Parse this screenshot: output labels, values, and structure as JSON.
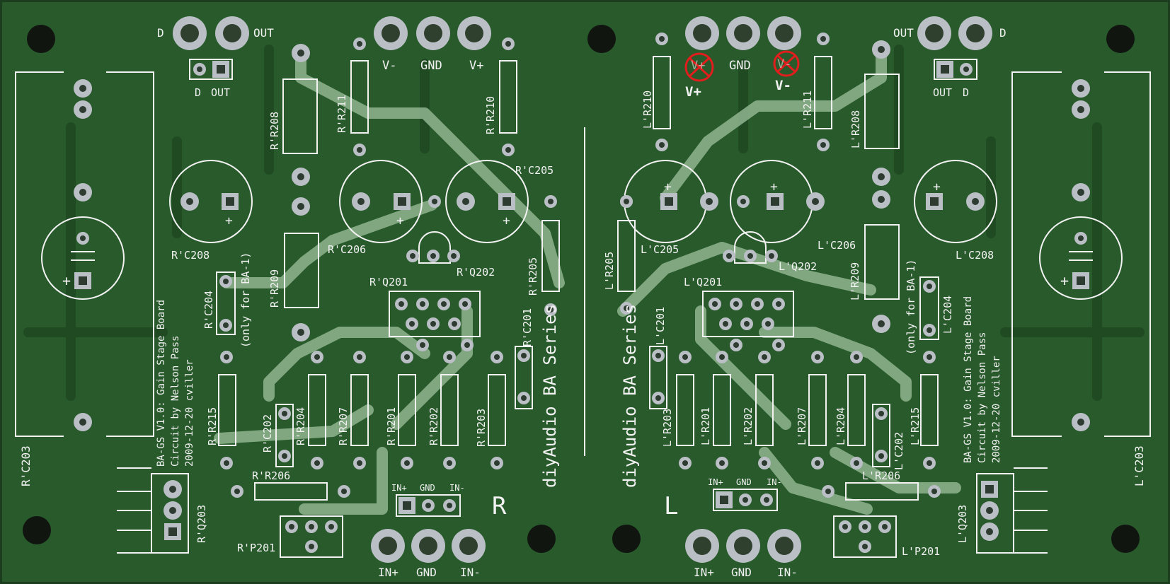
{
  "board": {
    "colors": {
      "pcb": "#285a2b",
      "pcb_edge": "#1d3d1f",
      "copper_pour": "#1f4a22",
      "trace": "#8fb58f",
      "silk": "#f2f2f2",
      "pad": "#b9bfc4",
      "pad_hole": "#2d3b30",
      "mark_red": "#e11d1d"
    },
    "right_channel": {
      "title": "diyAudio BA Series",
      "channel_letter": "R",
      "note": "(only for BA-1)",
      "info_lines": [
        "BA-GS V1.0: Gain Stage Board",
        "Circuit by Nelson Pass",
        "2009-12-20 cviller"
      ],
      "io_top": [
        "D",
        "OUT"
      ],
      "io_small": [
        "D",
        "OUT"
      ],
      "power": [
        "V-",
        "GND",
        "V+"
      ],
      "input": [
        "IN+",
        "GND",
        "IN-"
      ],
      "input_small": [
        "IN+",
        "GND",
        "IN-"
      ],
      "refs": {
        "c203": "R'C203",
        "c204": "R'C204",
        "c205": "R'C205",
        "c206": "R'C206",
        "c208": "R'C208",
        "c201": "R'C201",
        "c202": "R'C202",
        "r201": "R'R201",
        "r202": "R'R202",
        "r203": "R'R203",
        "r204": "R'R204",
        "r205": "R'R205",
        "r206": "R'R206",
        "r207": "R'R207",
        "r208": "R'R208",
        "r209": "R'R209",
        "r210": "R'R210",
        "r211": "R'R211",
        "r215": "R'R215",
        "q201": "R'Q201",
        "q202": "R'Q202",
        "q203": "R'Q203",
        "p201": "R'P201"
      }
    },
    "left_channel": {
      "title": "diyAudio BA Series",
      "channel_letter": "L",
      "note": "(only for BA-1)",
      "info_lines": [
        "BA-GS V1.0: Gain Stage Board",
        "Circuit by Nelson Pass",
        "2009-12-20 cviller"
      ],
      "io_top": [
        "OUT",
        "D"
      ],
      "io_small": [
        "OUT",
        "D"
      ],
      "power": [
        "V+",
        "GND",
        "V-"
      ],
      "power_fix": [
        "V+",
        "V-"
      ],
      "input": [
        "IN+",
        "GND",
        "IN-"
      ],
      "input_small": [
        "IN+",
        "GND",
        "IN-"
      ],
      "refs": {
        "c203": "L'C203",
        "c204": "L'C204",
        "c205": "L'C205",
        "c206": "L'C206",
        "c208": "L'C208",
        "c201": "L'C201",
        "c202": "L'C202",
        "r201": "L'R201",
        "r202": "L'R202",
        "r203": "L'R203",
        "r204": "L'R204",
        "r205": "L'R205",
        "r206": "L'R206",
        "r207": "L'R207",
        "r208": "L'R208",
        "r209": "L'R209",
        "r210": "L'R210",
        "r211": "L'R211",
        "r215": "L'R215",
        "q201": "L'Q201",
        "q202": "L'Q202",
        "q203": "L'Q203",
        "p201": "L'P201"
      }
    }
  }
}
